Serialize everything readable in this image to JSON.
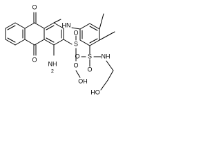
{
  "structure": {
    "labels": {
      "carbonyl_top": "O",
      "carbonyl_bottom": "O",
      "amine_link": "HN",
      "amino": "NH",
      "amino_sub": "2",
      "sulfonyl_s1": "S",
      "sulfonyl_o1": "O",
      "sulfonyl_o2": "O",
      "sulfonic_oh": "OH",
      "sulfonamide_s": "S",
      "sulfonamide_o_top": "O",
      "sulfonamide_o_bottom": "O",
      "sulfonamide_nh": "NH",
      "hydroxyl": "HO"
    },
    "colors": {
      "bond": "#000000",
      "text": "#000000",
      "background": "#ffffff"
    }
  }
}
